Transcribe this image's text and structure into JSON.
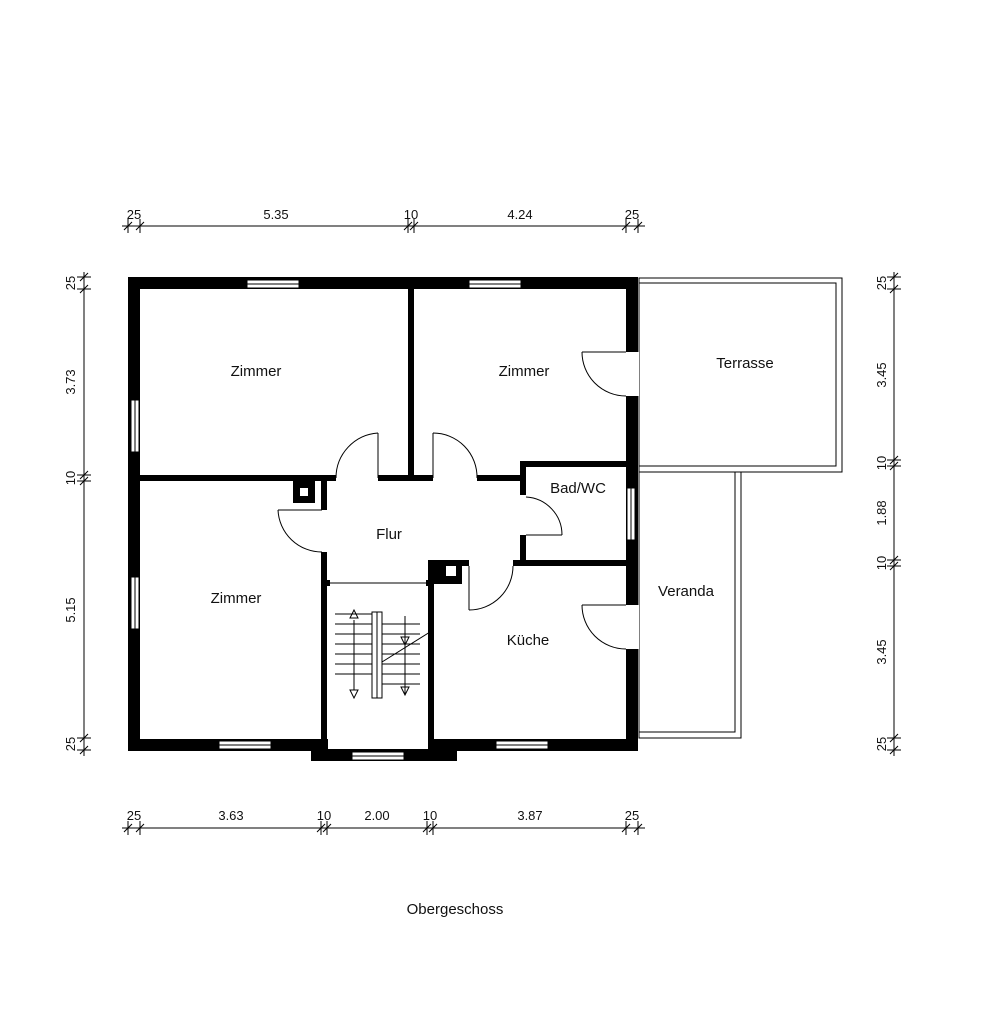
{
  "floor_title": "Obergeschoss",
  "rooms": {
    "zimmer_nw": "Zimmer",
    "zimmer_ne": "Zimmer",
    "zimmer_sw": "Zimmer",
    "flur": "Flur",
    "bad": "Bad/WC",
    "kueche": "Küche",
    "terrasse": "Terrasse",
    "veranda": "Veranda"
  },
  "dimensions": {
    "top": [
      "25",
      "5.35",
      "10",
      "4.24",
      "25"
    ],
    "bottom": [
      "25",
      "3.63",
      "10",
      "2.00",
      "10",
      "3.87",
      "25"
    ],
    "left": [
      "25",
      "3.73",
      "10",
      "5.15",
      "25"
    ],
    "right": [
      "25",
      "3.45",
      "10",
      "1.88",
      "10",
      "3.45",
      "25"
    ]
  }
}
